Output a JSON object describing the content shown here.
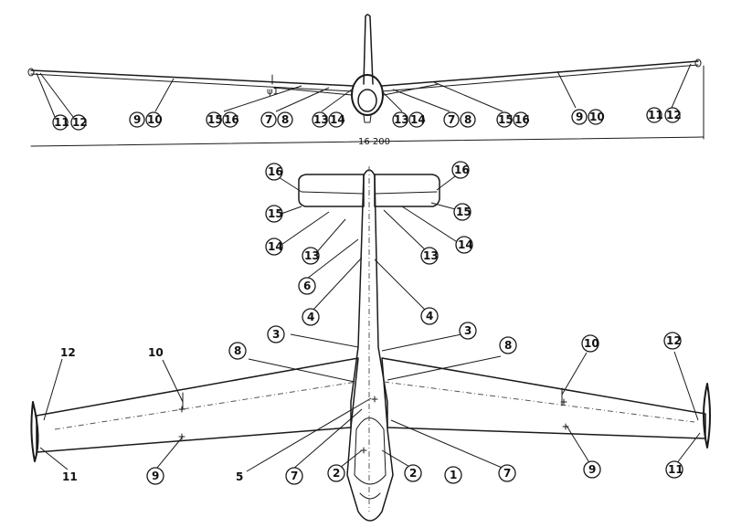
{
  "front_view": {
    "span_dimension": "16 200",
    "dihedral_mark": "ψ1",
    "labels_left": [
      "11",
      "12",
      "9",
      "10",
      "15",
      "16",
      "7",
      "8",
      "13",
      "14"
    ],
    "labels_right": [
      "13",
      "14",
      "7",
      "8",
      "15",
      "16",
      "9",
      "10",
      "11",
      "12"
    ]
  },
  "top_view": {
    "tail_left": [
      "16",
      "15",
      "14",
      "13",
      "6",
      "4"
    ],
    "tail_right": [
      "16",
      "15",
      "13",
      "14",
      "4"
    ],
    "wing_left": [
      "3",
      "8",
      "10",
      "12",
      "11",
      "9",
      "5",
      "7",
      "2"
    ],
    "wing_right": [
      "3",
      "8",
      "10",
      "12",
      "2",
      "1",
      "7",
      "9",
      "11"
    ]
  }
}
